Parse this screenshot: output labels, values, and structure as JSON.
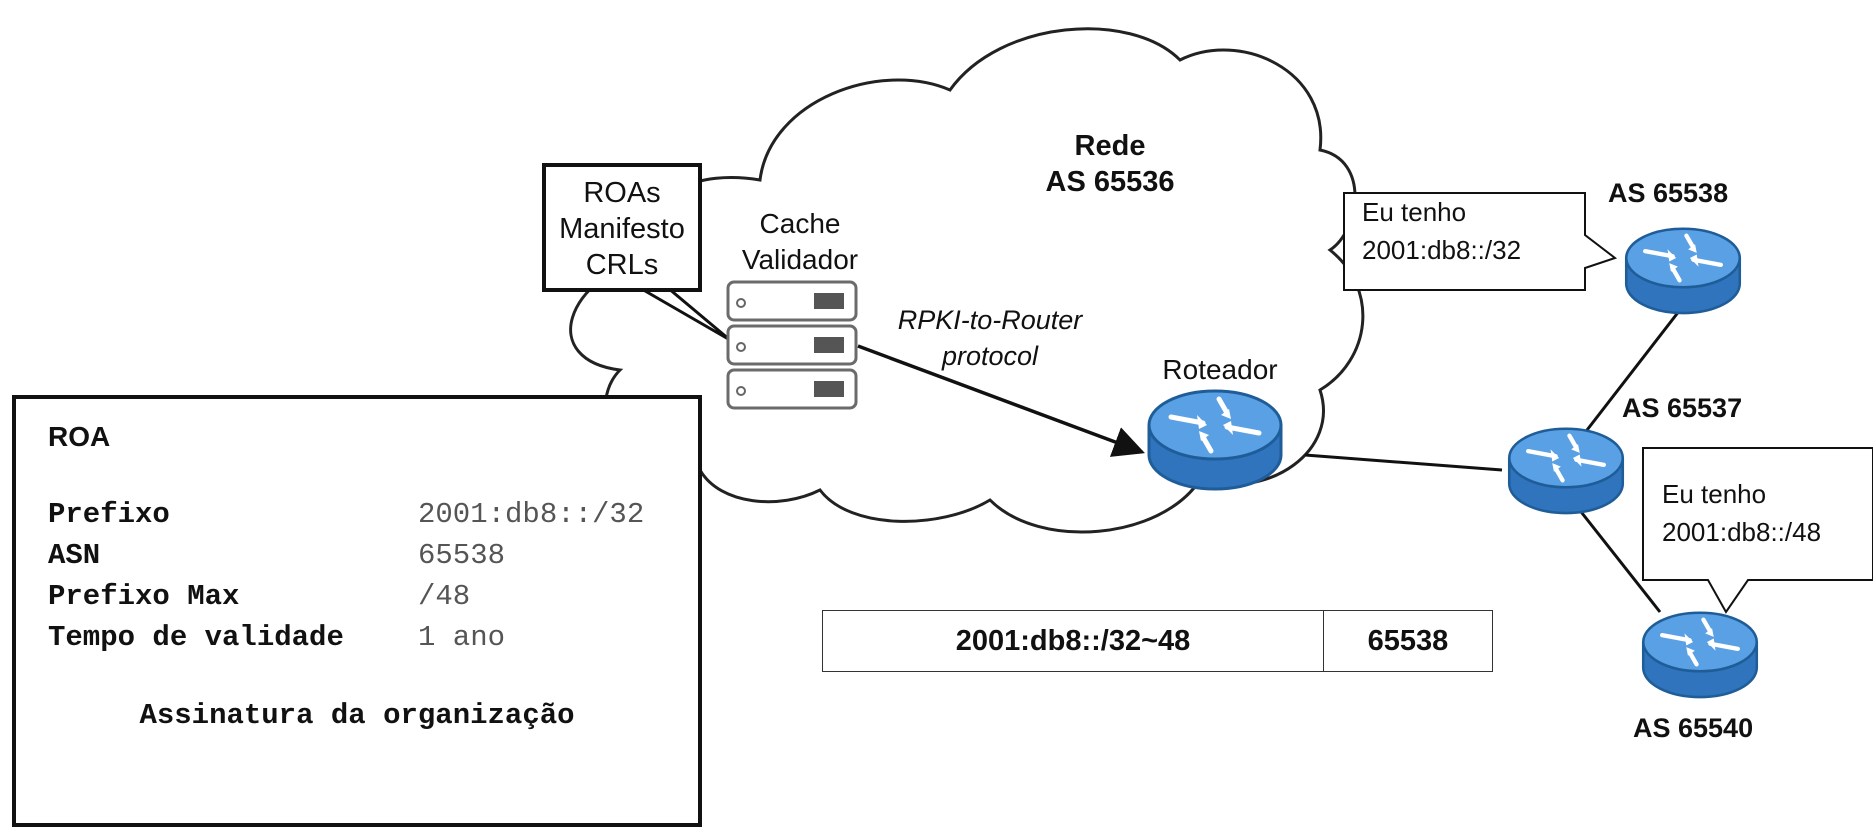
{
  "network": {
    "title": "Rede",
    "asn": "AS 65536"
  },
  "repository": {
    "lines": [
      "ROAs",
      "Manifesto",
      "CRLs"
    ]
  },
  "cache": {
    "lines": [
      "Cache",
      "Validador"
    ]
  },
  "protocol": {
    "lines": [
      "RPKI-to-Router",
      "protocol"
    ]
  },
  "router": {
    "label": "Roteador"
  },
  "peers": [
    {
      "label": "AS 65538"
    },
    {
      "label": "AS 65537"
    },
    {
      "label": "AS 65540"
    }
  ],
  "announcements": [
    {
      "lines": [
        "Eu tenho",
        "2001:db8::/32"
      ]
    },
    {
      "lines": [
        "Eu tenho",
        "2001:db8::/48"
      ]
    }
  ],
  "roa": {
    "title": "ROA",
    "fields": [
      {
        "key": "Prefixo",
        "value": "2001:db8::/32"
      },
      {
        "key": "ASN",
        "value": "65538"
      },
      {
        "key": "Prefixo Max",
        "value": "/48"
      },
      {
        "key": "Tempo de validade",
        "value": "1 ano"
      }
    ],
    "signature_label": "Assinatura da organização"
  },
  "vrp": {
    "prefix": "2001:db8::/32~48",
    "asn": "65538"
  },
  "colors": {
    "router_fill": "#4a90d9",
    "router_stroke": "#1f5d99",
    "line": "#111111",
    "server_stroke": "#6b6b6b"
  }
}
